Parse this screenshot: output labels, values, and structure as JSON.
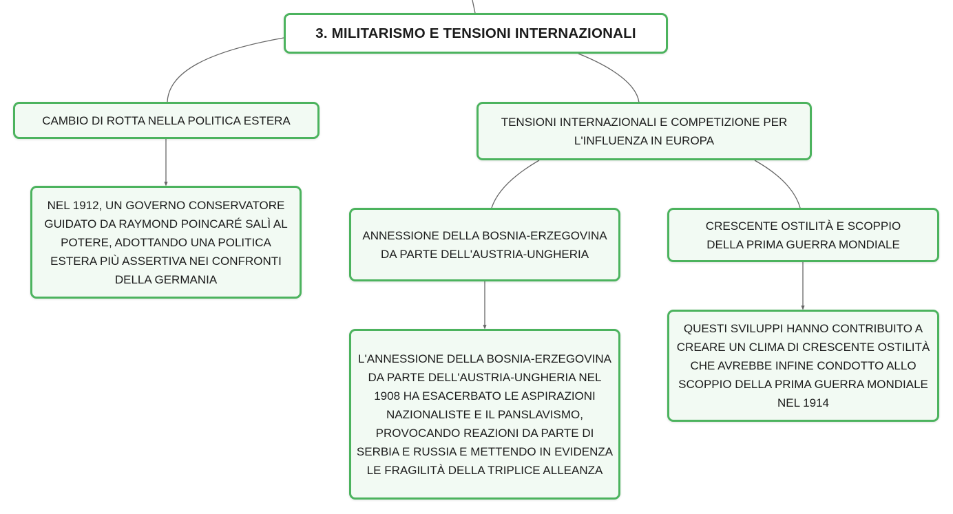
{
  "colors": {
    "node_border": "#4cb35e",
    "node_fill": "#f2faf3",
    "connector": "#666666",
    "text": "#1b1b1b"
  },
  "mindmap": {
    "root": {
      "label": "3. MILITARISMO E TENSIONI INTERNAZIONALI"
    },
    "branch_left": {
      "label": "CAMBIO DI ROTTA NELLA POLITICA ESTERA",
      "detail": "NEL 1912, UN GOVERNO CONSERVATORE GUIDATO DA RAYMOND POINCARÉ SALÌ AL POTERE, ADOTTANDO UNA POLITICA ESTERA PIÙ ASSERTIVA NEI CONFRONTI DELLA GERMANIA"
    },
    "branch_right": {
      "label": "TENSIONI INTERNAZIONALI E COMPETIZIONE PER L'INFLUENZA IN EUROPA",
      "sub_annessione": {
        "label": "ANNESSIONE DELLA BOSNIA-ERZEGOVINA DA PARTE DELL'AUSTRIA-UNGHERIA",
        "detail": "L'ANNESSIONE DELLA BOSNIA-ERZEGOVINA DA PARTE DELL'AUSTRIA-UNGHERIA NEL 1908 HA ESACERBATO LE ASPIRAZIONI NAZIONALISTE E IL PANSLAVISMO, PROVOCANDO REAZIONI DA PARTE DI SERBIA E RUSSIA E METTENDO IN EVIDENZA LE FRAGILITÀ DELLA TRIPLICE ALLEANZA"
      },
      "sub_ostilita": {
        "label": "CRESCENTE OSTILITÀ E SCOPPIO DELLA PRIMA GUERRA MONDIALE",
        "detail": "QUESTI SVILUPPI HANNO CONTRIBUITO A CREARE UN CLIMA DI CRESCENTE OSTILITÀ CHE AVREBBE INFINE CONDOTTO ALLO SCOPPIO DELLA PRIMA GUERRA MONDIALE NEL 1914"
      }
    }
  }
}
